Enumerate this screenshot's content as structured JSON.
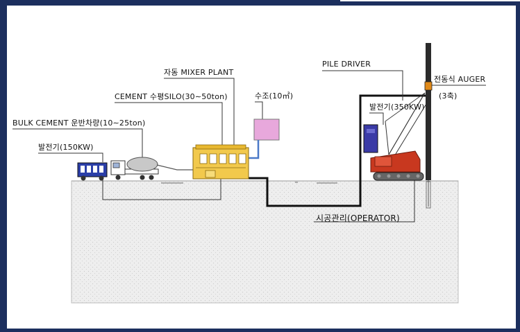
{
  "labels": {
    "mixer_plant": "자동 MIXER PLANT",
    "cement_silo": "CEMENT 수평SILO(30∼50ton)",
    "bulk_truck": "BULK CEMENT 운반차량(10∼25ton)",
    "generator_small": "발전기(150KW)",
    "water_tank": "수조(10㎥)",
    "pile_driver": "PILE DRIVER",
    "generator_large": "발전기(350KW)",
    "auger": "전동식 AUGER",
    "auger_axes": "(3축)",
    "operator": "시공관리(OPERATOR)"
  },
  "colors": {
    "frame": "#1c2f5e",
    "ground": "#ededed",
    "water_tank": "#e8a8dc",
    "mixer_plant": "#f2c94c",
    "generator_small": "#2b3fa8",
    "generator_large": "#3a3aa6",
    "crane": "#c8381f",
    "silo": "#c8c8c8"
  }
}
